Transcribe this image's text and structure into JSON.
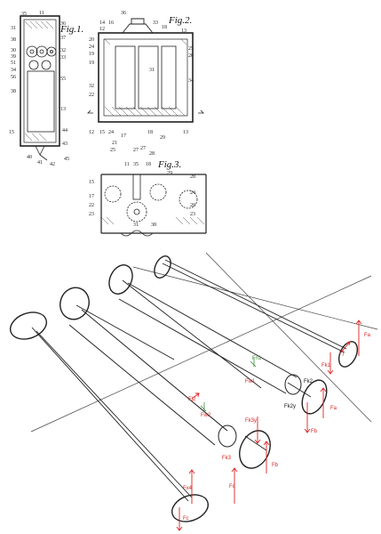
{
  "patent": {
    "fig1_title": "Fig.1.",
    "fig2_title": "Fig.2.",
    "fig3_title": "Fig.3.",
    "fig1_labels": [
      "35",
      "11",
      "31",
      "38",
      "36",
      "37",
      "30",
      "39",
      "32",
      "51",
      "33",
      "34",
      "56",
      "55",
      "38",
      "13",
      "15",
      "44",
      "43",
      "40",
      "41",
      "42",
      "45"
    ],
    "fig2_labels": [
      "36",
      "14",
      "16",
      "33",
      "18",
      "12",
      "13",
      "20",
      "24",
      "19",
      "25",
      "20",
      "19",
      "31",
      "34",
      "22",
      "32",
      "12",
      "15",
      "24",
      "17",
      "21",
      "27",
      "18",
      "29",
      "13",
      "27",
      "28",
      "25"
    ],
    "fig3_labels": [
      "11",
      "35",
      "18",
      "29",
      "15",
      "28",
      "17",
      "23",
      "24",
      "22",
      "20",
      "23",
      "31",
      "38"
    ]
  },
  "sketch": {
    "forces_red": [
      "Fa",
      "Fj",
      "Fk1",
      "Fn1",
      "Fw1",
      "Fa",
      "Fb",
      "Fj2",
      "Fw2",
      "Fk3y",
      "Fk3",
      "Fb",
      "Fx4",
      "Fc",
      "Fc"
    ],
    "forces_black": [
      "Fk2",
      "Fk2y"
    ]
  }
}
